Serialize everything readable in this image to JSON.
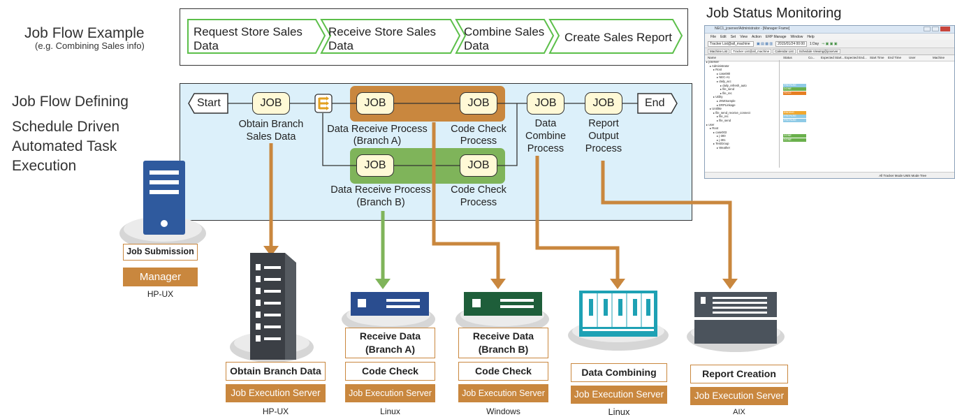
{
  "colors": {
    "orange": "#c9873e",
    "green": "#7fb45a",
    "light_blue": "#dcf0fa",
    "job_fill": "#fff9d6",
    "chevron_border": "#5cbf4a"
  },
  "left": {
    "example_title": "Job Flow Example",
    "example_sub": "(e.g. Combining Sales info)",
    "defining": "Job Flow Defining",
    "schedule_1": "Schedule Driven",
    "schedule_2": "Automated Task",
    "schedule_3": "Execution"
  },
  "example_steps": [
    {
      "l1": "Request Store Sales",
      "l2": "Data"
    },
    {
      "l1": "Receive Store Sales",
      "l2": "Data"
    },
    {
      "l1": "Combine Sales",
      "l2": "Data"
    },
    {
      "l1": "Create Sales Report",
      "l2": ""
    }
  ],
  "monitor": {
    "title": "Job Status Monitoring",
    "window_title": "NEC1_jcserver/Administrator - [Manager Frame]",
    "menu": [
      "File",
      "Edit",
      "Set",
      "View",
      "Action",
      "ERP Manage",
      "Window",
      "Help"
    ],
    "tracker_label": "Tracker List@all_machine",
    "date": "2015/01/24 00:00",
    "period": "1 Day",
    "tabs": [
      "Machine List",
      "Tracker List@all_machine",
      "Calendar List",
      "Schedule Viewing@jcserver"
    ],
    "columns": [
      "Name",
      "Status",
      "Co...",
      "Expected Start...",
      "Expected End...",
      "Start Time",
      "End Time",
      "User",
      "Machine"
    ],
    "tree": [
      "jcserver",
      "Administrator",
      "Root",
      "case080",
      "NEC-A1",
      "daily_acc",
      "daily_refresh_auto",
      "file_send",
      "file_rec",
      "Utility",
      "JNWSample",
      "ERPLinkage",
      "Unitlike",
      "file_send_receive_connect",
      "file_rec",
      "file_send",
      "user",
      "Root",
      "case003",
      "j-300",
      "j-301",
      "TestGroup",
      "Weather"
    ],
    "statuses": [
      {
        "text": "PREPARE",
        "color": "#8ecae6"
      },
      {
        "text": "DONE",
        "color": "#6ab04c"
      },
      {
        "text": "HOLD",
        "color": "#e67e22"
      },
      {
        "text": "ENDING",
        "color": "#f0a830"
      },
      {
        "text": "PREPARE",
        "color": "#8ecae6"
      },
      {
        "text": "PREPARE",
        "color": "#8ecae6"
      },
      {
        "text": "DONE",
        "color": "#6ab04c"
      },
      {
        "text": "DONE",
        "color": "#6ab04c"
      }
    ],
    "status_bar": "All Tracker Mode  UMS Mode      Tree"
  },
  "flow": {
    "start": "Start",
    "end": "End",
    "job": "JOB",
    "captions": {
      "obtain": [
        "Obtain Branch",
        "Sales Data"
      ],
      "recv_a": [
        "Data Receive Process",
        "(Branch A)"
      ],
      "check_a": [
        "Code Check",
        "Process"
      ],
      "recv_b": [
        "Data Receive Process",
        "(Branch B)"
      ],
      "check_b": [
        "Code Check",
        "Process"
      ],
      "combine": [
        "Data",
        "Combine",
        "Process"
      ],
      "report": [
        "Report",
        "Output",
        "Process"
      ]
    }
  },
  "manager": {
    "label": "Job Submission",
    "role": "Manager",
    "os": "HP-UX"
  },
  "servers": [
    {
      "id": "obtain",
      "lines": [
        "Obtain Branch Data"
      ],
      "role": "Job Execution Server",
      "os": "HP-UX"
    },
    {
      "id": "recv-a",
      "lines": [
        "Receive Data",
        "(Branch A)",
        "Code Check"
      ],
      "role": "Job Execution Server",
      "os": "Linux"
    },
    {
      "id": "recv-b",
      "lines": [
        "Receive Data",
        "(Branch B)",
        "Code Check"
      ],
      "role": "Job Execution Server",
      "os": "Windows"
    },
    {
      "id": "combine",
      "lines": [
        "Data Combining"
      ],
      "role": "Job Execution Server",
      "os": "Linux"
    },
    {
      "id": "report",
      "lines": [
        "Report Creation"
      ],
      "role": "Job Execution Server",
      "os": "AIX"
    }
  ]
}
